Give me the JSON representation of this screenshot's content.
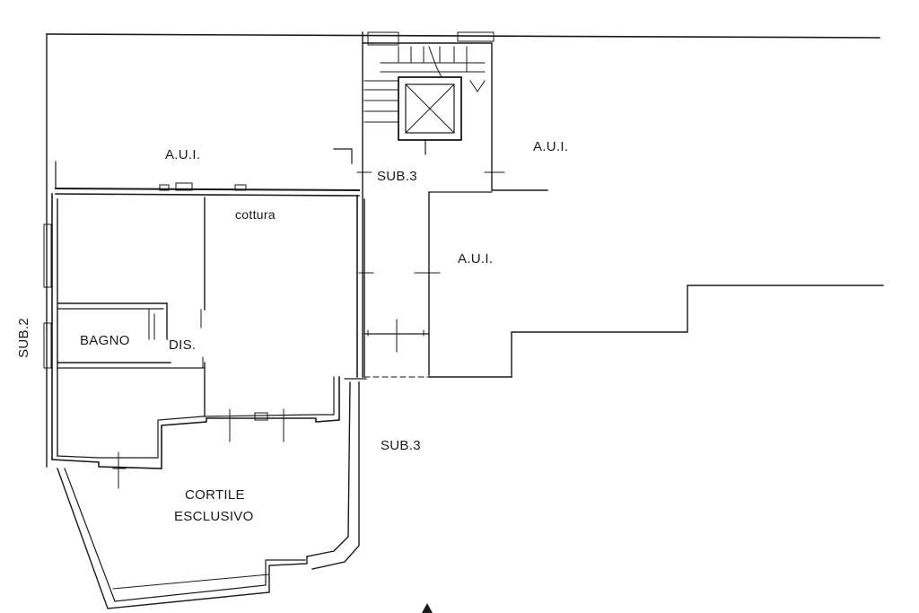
{
  "labels": {
    "aui_top_left": "A.U.I.",
    "aui_top_right": "A.U.I.",
    "aui_middle": "A.U.I.",
    "sub3_stair": "SUB.3",
    "sub3_lower": "SUB.3",
    "sub2_side": "SUB.2",
    "cottura": "cottura",
    "bagno": "BAGNO",
    "dis": "DIS.",
    "cortile_line1": "CORTILE",
    "cortile_line2": "ESCLUSIVO"
  },
  "colors": {
    "ink": "#1a1a1a",
    "paper": "#ffffff"
  }
}
